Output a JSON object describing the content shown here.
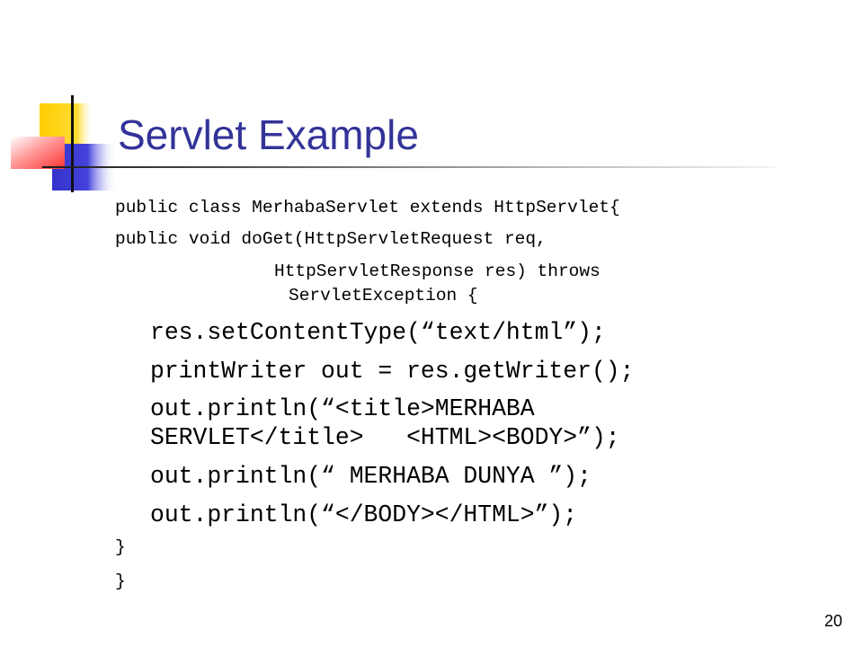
{
  "slide": {
    "title": "Servlet Example",
    "page_number": "20"
  },
  "code": {
    "lines": [
      "public class MerhabaServlet extends HttpServlet{",
      "public void doGet(HttpServletRequest req,",
      "HttpServletResponse res) throws",
      "ServletException {",
      "res.setContentType(“text/html”);",
      "printWriter out = res.getWriter();",
      "out.println(“<title>MERHABA",
      "SERVLET</title>   <HTML><BODY>”);",
      "out.println(“ MERHABA DUNYA ”);",
      "out.println(“</BODY></HTML>”);",
      "}",
      "}"
    ]
  },
  "colors": {
    "title": "#333399",
    "logo_yellow": "#ffcc00",
    "logo_blue": "#3333cc",
    "logo_red": "#ff3333"
  }
}
